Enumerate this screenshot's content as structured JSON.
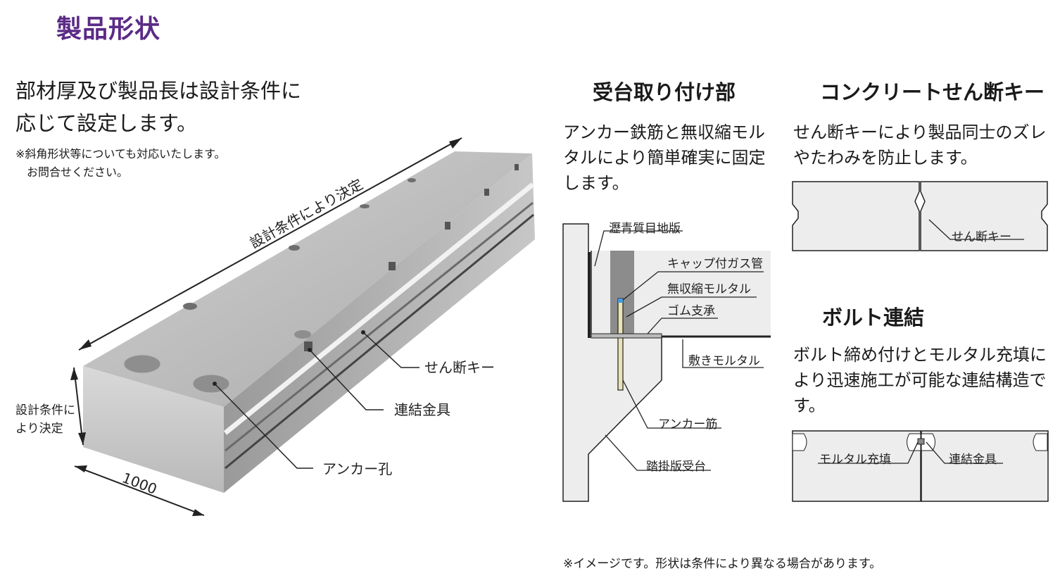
{
  "page_title": "製品形状",
  "lead": {
    "line1": "部材厚及び製品長は設計条件に",
    "line2": "応じて設定します。"
  },
  "note": {
    "line1": "※斜角形状等についても対応いたします。",
    "line2": "お問合せください。"
  },
  "product": {
    "length_label": "設計条件により決定",
    "height_label_1": "設計条件に",
    "height_label_2": "より決定",
    "width_label": "1000",
    "callouts": {
      "shear_key": "せん断キー",
      "connector": "連結金具",
      "anchor_hole": "アンカー孔"
    }
  },
  "bearing": {
    "heading": "受台取り付け部",
    "desc": [
      "アンカー鉄筋と無収縮モル",
      "タルにより簡単確実に固定",
      "します。"
    ],
    "labels": {
      "asphalt": "瀝青質目地版",
      "cap_pipe": "キャップ付ガス管",
      "mortar": "無収縮モルタル",
      "rubber": "ゴム支承",
      "bed_mortar": "敷きモルタル",
      "anchor_bar": "アンカー筋",
      "seat": "踏掛版受台"
    }
  },
  "shear_key": {
    "heading": "コンクリートせん断キー",
    "desc": [
      "せん断キーにより製品同士のズレ",
      "やたわみを防止します。"
    ],
    "label": "せん断キー"
  },
  "bolt": {
    "heading": "ボルト連結",
    "desc": [
      "ボルト締め付けとモルタル充填に",
      "より迅速施工が可能な連結構造で",
      "す。"
    ],
    "labels": {
      "mortar_fill": "モルタル充填",
      "connector": "連結金具"
    }
  },
  "footer": "※イメージです。形状は条件により異なる場合があります。",
  "colors": {
    "title": "#5b2a86",
    "concrete": "#e6e6e6",
    "line": "#222222"
  }
}
